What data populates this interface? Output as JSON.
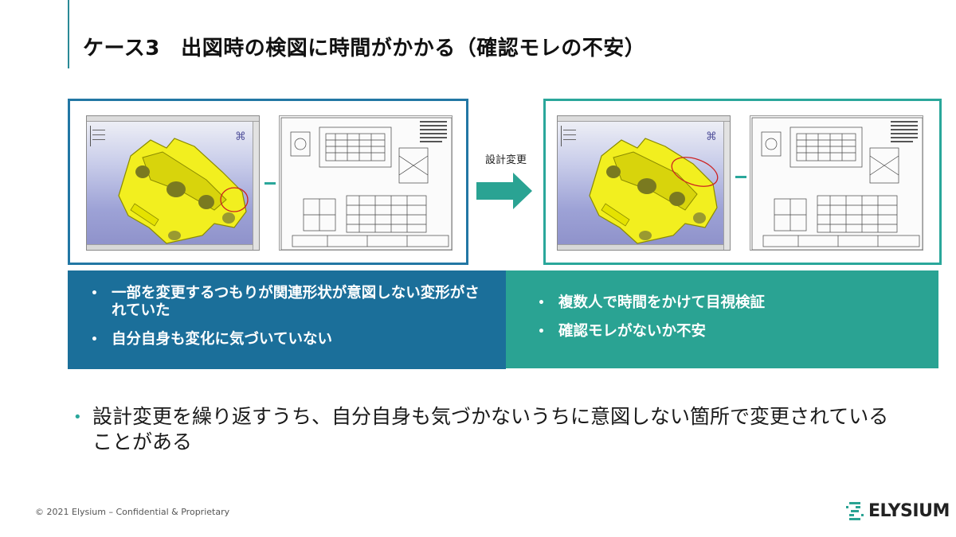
{
  "title": "ケース3　出図時の検図に時間がかかる（確認モレの不安）",
  "change_label": "設計変更",
  "left_panel": {
    "bullets": [
      "一部を変更するつもりが関連形状が意図しない変形がされていた",
      "自分自身も変化に気づいていない"
    ]
  },
  "right_panel": {
    "bullets": [
      "複数人で時間をかけて目視検証",
      "確認モレがないか不安"
    ]
  },
  "bottom_text": "設計変更を繰り返すうち、自分自身も気づかないうちに意図しない箇所で変更されていることがある",
  "footer": "© 2021 Elysium – Confidential & Proprietary",
  "logo_text": "ELYSIUM",
  "colors": {
    "accent_blue": "#1b6f9a",
    "accent_teal": "#2aa393",
    "cad_part": "#f2ef1f",
    "highlight_circle": "#cc2222"
  },
  "icons": [
    "right-arrow-icon",
    "elysium-logo-icon",
    "bullet-icon"
  ]
}
